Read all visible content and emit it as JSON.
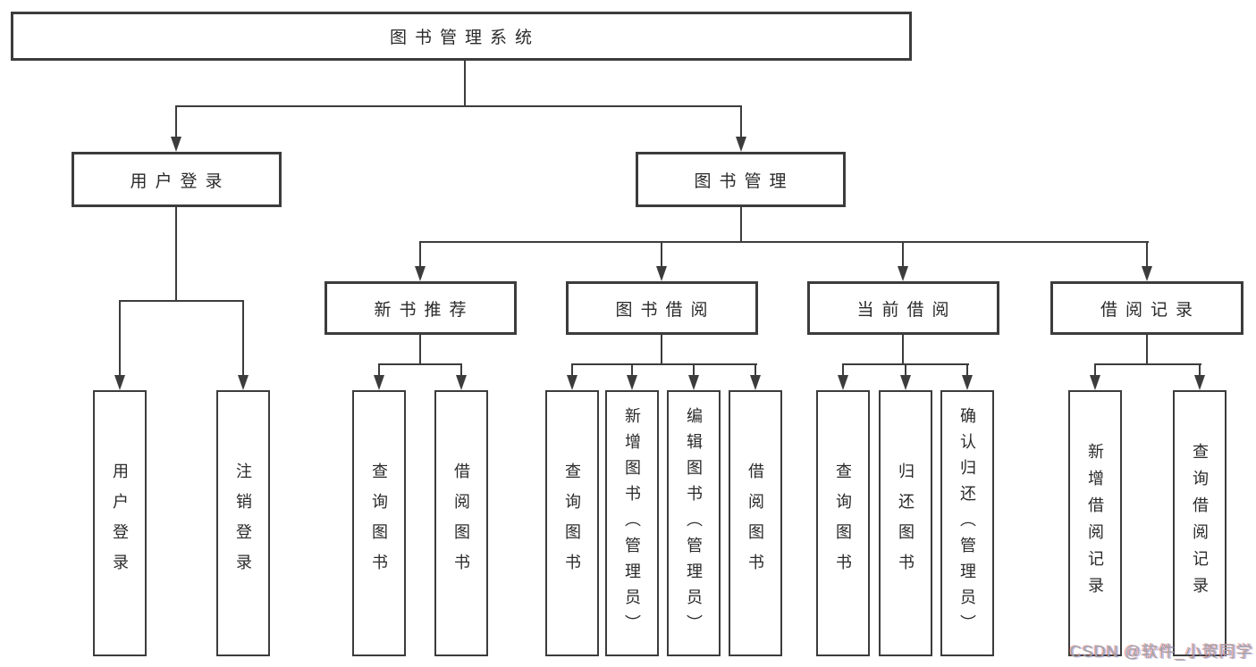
{
  "nodes": {
    "root": "图书管理系统",
    "level2": [
      "用户登录",
      "图书管理"
    ],
    "level3": [
      "新书推荐",
      "图书借阅",
      "当前借阅",
      "借阅记录"
    ],
    "leaves_login": [
      "用户登录",
      "注销登录"
    ],
    "leaves_recommend": [
      "查询图书",
      "借阅图书"
    ],
    "leaves_borrow": [
      "查询图书",
      "新增图书（管理员）",
      "编辑图书（管理员）",
      "借阅图书"
    ],
    "leaves_current": [
      "查询图书",
      "归还图书",
      "确认归还（管理员）"
    ],
    "leaves_records": [
      "新增借阅记录",
      "查询借阅记录"
    ]
  },
  "watermark": "CSDN @软件_小贺同学",
  "colors": {
    "line": "#3c3c3c",
    "box_border": "#3c3c3c",
    "text": "#2a2a2a",
    "background": "#ffffff",
    "watermark": "#a3a3a6"
  }
}
